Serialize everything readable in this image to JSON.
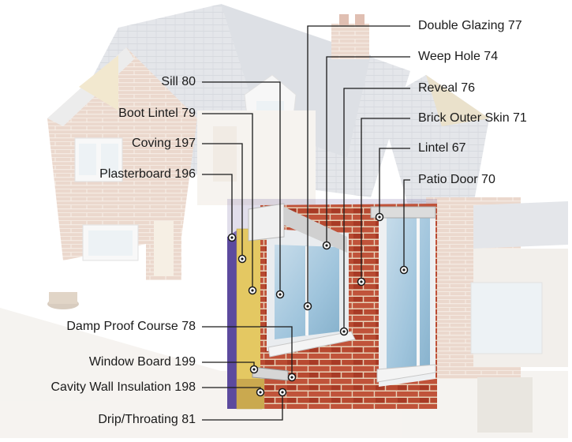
{
  "diagram": {
    "labels_left": [
      {
        "id": "sill",
        "text": "Sill 80"
      },
      {
        "id": "boot-lintel",
        "text": "Boot Lintel 79"
      },
      {
        "id": "coving",
        "text": "Coving 197"
      },
      {
        "id": "plasterboard",
        "text": "Plasterboard 196"
      },
      {
        "id": "damp-proof-course",
        "text": "Damp Proof Course 78"
      },
      {
        "id": "window-board",
        "text": "Window Board 199"
      },
      {
        "id": "cavity-wall-insulation",
        "text": "Cavity Wall Insulation 198"
      },
      {
        "id": "drip-throating",
        "text": "Drip/Throating 81"
      }
    ],
    "labels_right": [
      {
        "id": "double-glazing",
        "text": "Double Glazing 77"
      },
      {
        "id": "weep-hole",
        "text": "Weep Hole 74"
      },
      {
        "id": "reveal",
        "text": "Reveal 76"
      },
      {
        "id": "brick-outer-skin",
        "text": "Brick Outer Skin 71"
      },
      {
        "id": "lintel",
        "text": "Lintel 67"
      },
      {
        "id": "patio-door",
        "text": "Patio Door 70"
      }
    ],
    "colors": {
      "brick": "#b5432b",
      "mortar": "#e8d2b8",
      "insulation": "#e4c862",
      "inner_wall": "#5c4a9e",
      "glass": "#9fc4dc",
      "frame": "#f2f2f2",
      "faded_house": "#d9cfc4",
      "leader": "#1a1a1a"
    }
  }
}
